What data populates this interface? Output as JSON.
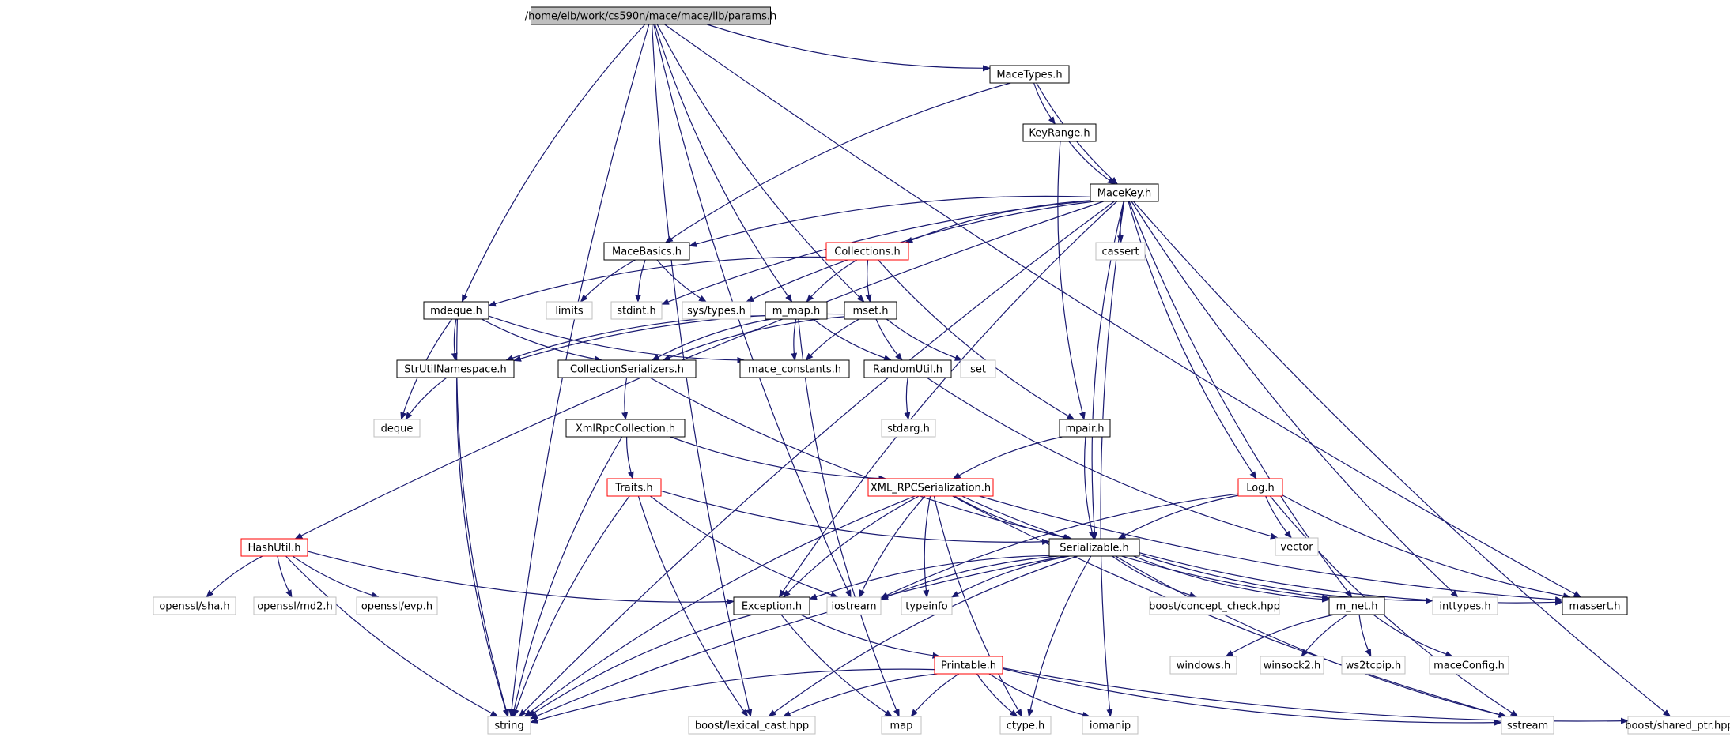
{
  "colors": {
    "edge": "#191970",
    "box_black": "#000000",
    "box_red": "#ff0000",
    "box_gray": "#bfbfbf",
    "root_fill": "#bfbfbf",
    "text": "#000000"
  },
  "nodes": [
    {
      "id": "params",
      "label": "/home/elb/work/cs590n/mace/mace/lib/params.h",
      "style": "root"
    },
    {
      "id": "macetypes",
      "label": "MaceTypes.h",
      "style": "black"
    },
    {
      "id": "keyrange",
      "label": "KeyRange.h",
      "style": "black"
    },
    {
      "id": "macekey",
      "label": "MaceKey.h",
      "style": "black"
    },
    {
      "id": "cassert",
      "label": "cassert",
      "style": "gray"
    },
    {
      "id": "macebasics",
      "label": "MaceBasics.h",
      "style": "black"
    },
    {
      "id": "collections",
      "label": "Collections.h",
      "style": "red"
    },
    {
      "id": "limits",
      "label": "limits",
      "style": "gray"
    },
    {
      "id": "stdint",
      "label": "stdint.h",
      "style": "gray"
    },
    {
      "id": "systypes",
      "label": "sys/types.h",
      "style": "gray"
    },
    {
      "id": "mdeque",
      "label": "mdeque.h",
      "style": "black"
    },
    {
      "id": "mmap",
      "label": "m_map.h",
      "style": "black"
    },
    {
      "id": "mset",
      "label": "mset.h",
      "style": "black"
    },
    {
      "id": "strutil",
      "label": "StrUtilNamespace.h",
      "style": "black"
    },
    {
      "id": "collser",
      "label": "CollectionSerializers.h",
      "style": "black"
    },
    {
      "id": "maceconst",
      "label": "mace_constants.h",
      "style": "black"
    },
    {
      "id": "randomutil",
      "label": "RandomUtil.h",
      "style": "black"
    },
    {
      "id": "set",
      "label": "set",
      "style": "gray"
    },
    {
      "id": "deque",
      "label": "deque",
      "style": "gray"
    },
    {
      "id": "xmlrpccoll",
      "label": "XmlRpcCollection.h",
      "style": "black"
    },
    {
      "id": "stdarg",
      "label": "stdarg.h",
      "style": "gray"
    },
    {
      "id": "mpair",
      "label": "mpair.h",
      "style": "black"
    },
    {
      "id": "traits",
      "label": "Traits.h",
      "style": "red"
    },
    {
      "id": "xmlrpcser",
      "label": "XML_RPCSerialization.h",
      "style": "red"
    },
    {
      "id": "log",
      "label": "Log.h",
      "style": "red"
    },
    {
      "id": "vector",
      "label": "vector",
      "style": "gray"
    },
    {
      "id": "hashutil",
      "label": "HashUtil.h",
      "style": "red"
    },
    {
      "id": "serializable",
      "label": "Serializable.h",
      "style": "black"
    },
    {
      "id": "opensslsha",
      "label": "openssl/sha.h",
      "style": "gray"
    },
    {
      "id": "opensslmd2",
      "label": "openssl/md2.h",
      "style": "gray"
    },
    {
      "id": "opensslevp",
      "label": "openssl/evp.h",
      "style": "gray"
    },
    {
      "id": "exception",
      "label": "Exception.h",
      "style": "black"
    },
    {
      "id": "iostream",
      "label": "iostream",
      "style": "gray"
    },
    {
      "id": "typeinfo",
      "label": "typeinfo",
      "style": "gray"
    },
    {
      "id": "boostconcept",
      "label": "boost/concept_check.hpp",
      "style": "gray"
    },
    {
      "id": "mnet",
      "label": "m_net.h",
      "style": "black"
    },
    {
      "id": "inttypes",
      "label": "inttypes.h",
      "style": "gray"
    },
    {
      "id": "massert",
      "label": "massert.h",
      "style": "black"
    },
    {
      "id": "windows",
      "label": "windows.h",
      "style": "gray"
    },
    {
      "id": "winsock2",
      "label": "winsock2.h",
      "style": "gray"
    },
    {
      "id": "ws2tcpip",
      "label": "ws2tcpip.h",
      "style": "gray"
    },
    {
      "id": "maceconfig",
      "label": "maceConfig.h",
      "style": "gray"
    },
    {
      "id": "printable",
      "label": "Printable.h",
      "style": "red"
    },
    {
      "id": "string",
      "label": "string",
      "style": "gray"
    },
    {
      "id": "boostlexical",
      "label": "boost/lexical_cast.hpp",
      "style": "gray"
    },
    {
      "id": "map",
      "label": "map",
      "style": "gray"
    },
    {
      "id": "ctype",
      "label": "ctype.h",
      "style": "gray"
    },
    {
      "id": "iomanip",
      "label": "iomanip",
      "style": "gray"
    },
    {
      "id": "sstream",
      "label": "sstream",
      "style": "gray"
    },
    {
      "id": "boostshared",
      "label": "boost/shared_ptr.hpp",
      "style": "gray"
    }
  ],
  "edges": [
    [
      "params",
      "macetypes"
    ],
    [
      "params",
      "mdeque"
    ],
    [
      "params",
      "mmap"
    ],
    [
      "params",
      "mset"
    ],
    [
      "params",
      "string"
    ],
    [
      "params",
      "boostlexical"
    ],
    [
      "params",
      "iostream"
    ],
    [
      "params",
      "massert"
    ],
    [
      "macetypes",
      "keyrange"
    ],
    [
      "macetypes",
      "macekey"
    ],
    [
      "macetypes",
      "macebasics"
    ],
    [
      "keyrange",
      "macekey"
    ],
    [
      "keyrange",
      "mpair"
    ],
    [
      "macekey",
      "cassert"
    ],
    [
      "macekey",
      "macebasics"
    ],
    [
      "macekey",
      "collections"
    ],
    [
      "macekey",
      "stdint"
    ],
    [
      "macekey",
      "systypes"
    ],
    [
      "macekey",
      "hashutil"
    ],
    [
      "macekey",
      "serializable"
    ],
    [
      "macekey",
      "exception"
    ],
    [
      "macekey",
      "log"
    ],
    [
      "macekey",
      "mnet"
    ],
    [
      "macekey",
      "inttypes"
    ],
    [
      "macekey",
      "iomanip"
    ],
    [
      "macekey",
      "boostshared"
    ],
    [
      "macekey",
      "string"
    ],
    [
      "macebasics",
      "limits"
    ],
    [
      "macebasics",
      "stdint"
    ],
    [
      "macebasics",
      "systypes"
    ],
    [
      "collections",
      "mdeque"
    ],
    [
      "collections",
      "mmap"
    ],
    [
      "collections",
      "mset"
    ],
    [
      "collections",
      "mpair"
    ],
    [
      "mdeque",
      "strutil"
    ],
    [
      "mdeque",
      "collser"
    ],
    [
      "mdeque",
      "maceconst"
    ],
    [
      "mdeque",
      "deque"
    ],
    [
      "mdeque",
      "string"
    ],
    [
      "mmap",
      "strutil"
    ],
    [
      "mmap",
      "collser"
    ],
    [
      "mmap",
      "maceconst"
    ],
    [
      "mmap",
      "randomutil"
    ],
    [
      "mmap",
      "map"
    ],
    [
      "mset",
      "strutil"
    ],
    [
      "mset",
      "collser"
    ],
    [
      "mset",
      "maceconst"
    ],
    [
      "mset",
      "randomutil"
    ],
    [
      "mset",
      "set"
    ],
    [
      "strutil",
      "deque"
    ],
    [
      "strutil",
      "string"
    ],
    [
      "collser",
      "xmlrpccoll"
    ],
    [
      "collser",
      "serializable"
    ],
    [
      "randomutil",
      "stdarg"
    ],
    [
      "randomutil",
      "vector"
    ],
    [
      "xmlrpccoll",
      "traits"
    ],
    [
      "xmlrpccoll",
      "xmlrpcser"
    ],
    [
      "xmlrpccoll",
      "string"
    ],
    [
      "mpair",
      "xmlrpcser"
    ],
    [
      "mpair",
      "serializable"
    ],
    [
      "traits",
      "serializable"
    ],
    [
      "traits",
      "iostream"
    ],
    [
      "traits",
      "string"
    ],
    [
      "traits",
      "boostlexical"
    ],
    [
      "xmlrpcser",
      "serializable"
    ],
    [
      "xmlrpcser",
      "exception"
    ],
    [
      "xmlrpcser",
      "iostream"
    ],
    [
      "xmlrpcser",
      "typeinfo"
    ],
    [
      "xmlrpcser",
      "ctype"
    ],
    [
      "xmlrpcser",
      "string"
    ],
    [
      "xmlrpcser",
      "mnet"
    ],
    [
      "xmlrpcser",
      "massert"
    ],
    [
      "xmlrpcser",
      "sstream"
    ],
    [
      "log",
      "vector"
    ],
    [
      "log",
      "serializable"
    ],
    [
      "log",
      "iostream"
    ],
    [
      "log",
      "massert"
    ],
    [
      "log",
      "sstream"
    ],
    [
      "hashutil",
      "opensslsha"
    ],
    [
      "hashutil",
      "opensslmd2"
    ],
    [
      "hashutil",
      "opensslevp"
    ],
    [
      "hashutil",
      "exception"
    ],
    [
      "hashutil",
      "string"
    ],
    [
      "serializable",
      "exception"
    ],
    [
      "serializable",
      "iostream"
    ],
    [
      "serializable",
      "typeinfo"
    ],
    [
      "serializable",
      "boostconcept"
    ],
    [
      "serializable",
      "mnet"
    ],
    [
      "serializable",
      "inttypes"
    ],
    [
      "serializable",
      "massert"
    ],
    [
      "serializable",
      "string"
    ],
    [
      "serializable",
      "boostlexical"
    ],
    [
      "serializable",
      "ctype"
    ],
    [
      "serializable",
      "sstream"
    ],
    [
      "exception",
      "printable"
    ],
    [
      "exception",
      "string"
    ],
    [
      "exception",
      "map"
    ],
    [
      "mnet",
      "windows"
    ],
    [
      "mnet",
      "winsock2"
    ],
    [
      "mnet",
      "ws2tcpip"
    ],
    [
      "mnet",
      "maceconfig"
    ],
    [
      "printable",
      "string"
    ],
    [
      "printable",
      "boostlexical"
    ],
    [
      "printable",
      "map"
    ],
    [
      "printable",
      "ctype"
    ],
    [
      "printable",
      "iomanip"
    ],
    [
      "printable",
      "sstream"
    ],
    [
      "printable",
      "boostshared"
    ]
  ]
}
